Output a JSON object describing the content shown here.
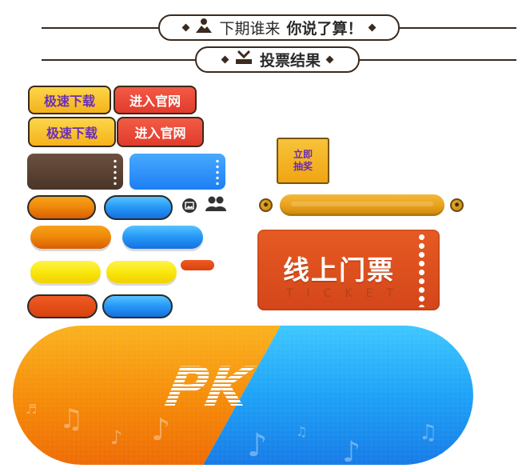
{
  "banner1": {
    "prefix": "下期谁来 ",
    "bold": "你说了算！"
  },
  "banner2": {
    "text": "投票结果"
  },
  "buttons": {
    "download": "极速下载",
    "official": "进入官网"
  },
  "lottery": {
    "line1": "立即",
    "line2": "抽奖"
  },
  "ticket": {
    "title": "线上门票",
    "subtitle": "TICKET"
  },
  "pk": {
    "text": "PK"
  },
  "colors": {
    "brown_outline": "#3b2a1e",
    "orange": "#f08a0a",
    "blue": "#2596f6",
    "yellow": "#f9e70d",
    "red": "#e23b2c",
    "purple_text": "#6b2fb6"
  },
  "icons": [
    "person-mountain-icon",
    "check-ballot-icon",
    "photo-icon",
    "group-icon",
    "star-stud-icon",
    "music-note-icon"
  ]
}
